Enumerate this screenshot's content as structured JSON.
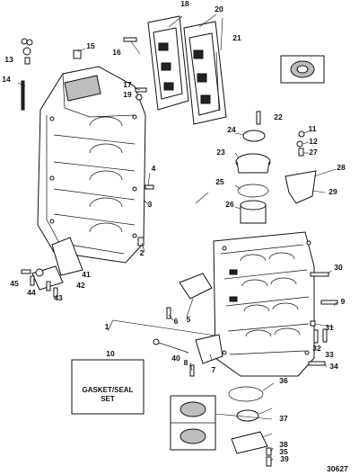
{
  "diagram": {
    "figure_number": "30627",
    "callouts": [
      "1",
      "2",
      "3",
      "4",
      "5",
      "6",
      "7",
      "8",
      "9",
      "10",
      "11",
      "12",
      "13",
      "14",
      "15",
      "16",
      "17",
      "18",
      "19",
      "20",
      "21",
      "22",
      "23",
      "24",
      "25",
      "26",
      "27",
      "28",
      "29",
      "30",
      "31",
      "32",
      "33",
      "34",
      "35",
      "36",
      "37",
      "38",
      "39",
      "40",
      "41",
      "42",
      "43",
      "44",
      "45"
    ],
    "kit_label_line1": "GASKET/SEAL",
    "kit_label_line2": "SET"
  }
}
